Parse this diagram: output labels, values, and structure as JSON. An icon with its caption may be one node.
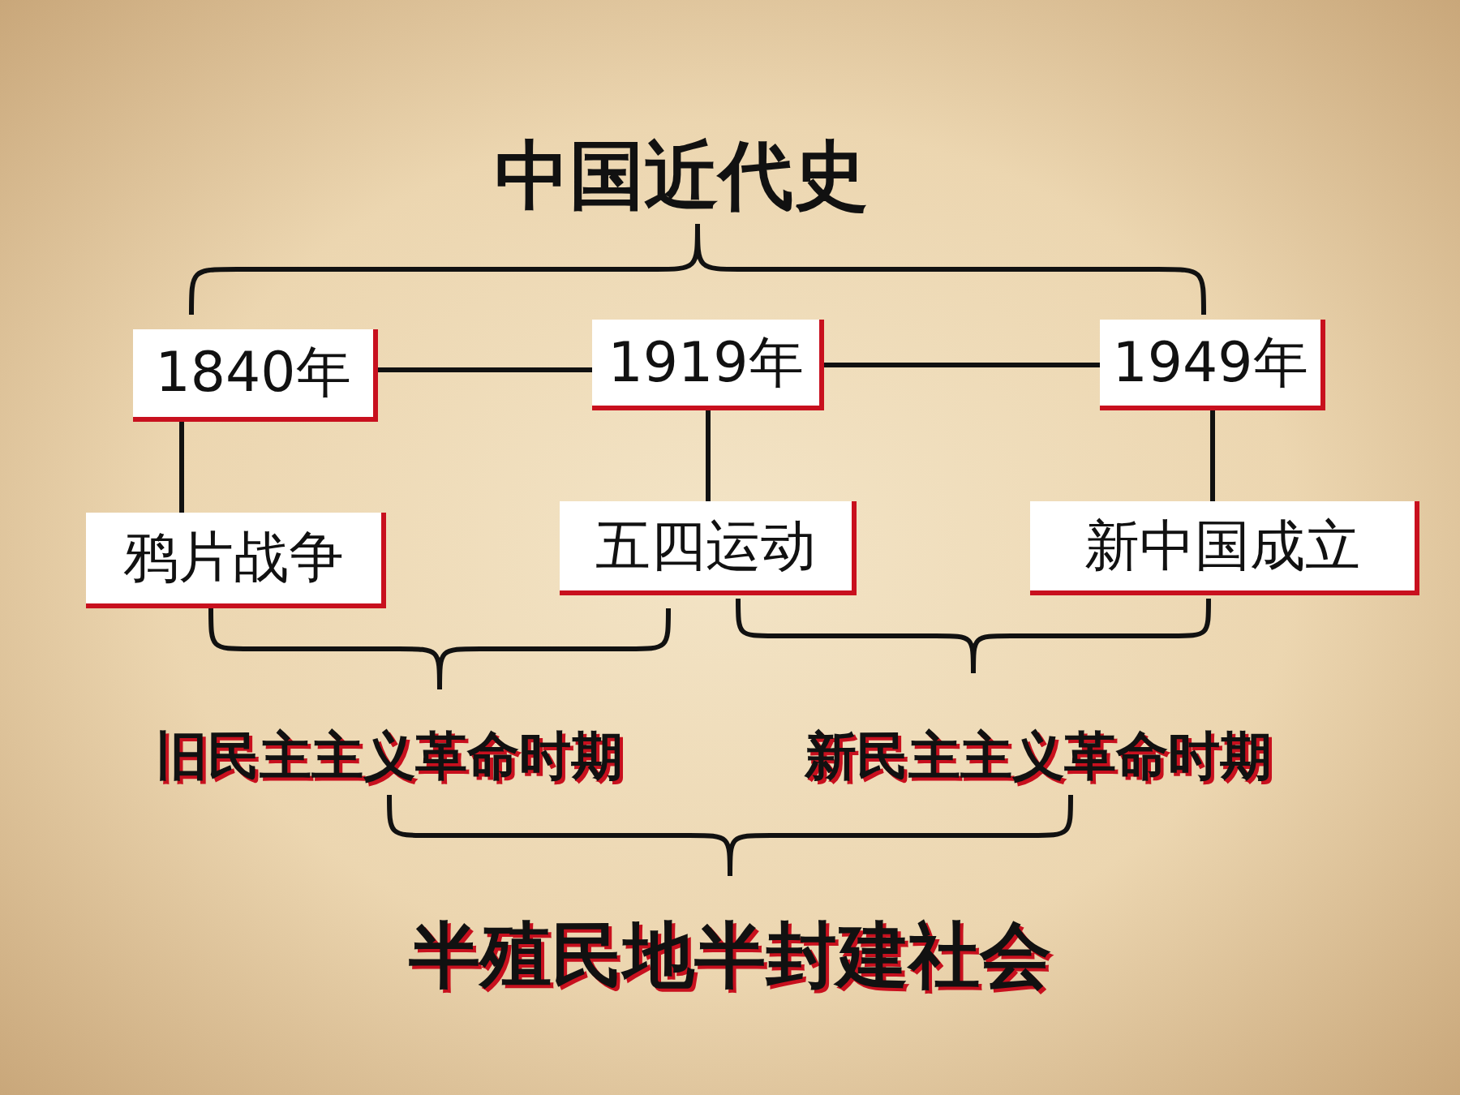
{
  "diagram": {
    "title": "中国近代史",
    "nodes": [
      {
        "text": [
          "1840年"
        ]
      },
      {
        "text": [
          "1919年"
        ]
      },
      {
        "text": [
          "1949年"
        ]
      },
      {
        "text": [
          "鸦片战争"
        ]
      },
      {
        "text": [
          "五四运动"
        ]
      },
      {
        "text": [
          "新中国成立"
        ]
      }
    ],
    "edges": [
      {
        "from": 0,
        "to": 1,
        "arrow": "none"
      },
      {
        "from": 1,
        "to": 2,
        "arrow": "none"
      },
      {
        "from": 0,
        "to": 3,
        "arrow": "none"
      },
      {
        "from": 1,
        "to": 4,
        "arrow": "none"
      },
      {
        "from": 2,
        "to": 5,
        "arrow": "none"
      }
    ],
    "labels": [
      "旧民主主义革命时期",
      "新民主主义革命时期",
      "半殖民地半封建社会"
    ]
  }
}
